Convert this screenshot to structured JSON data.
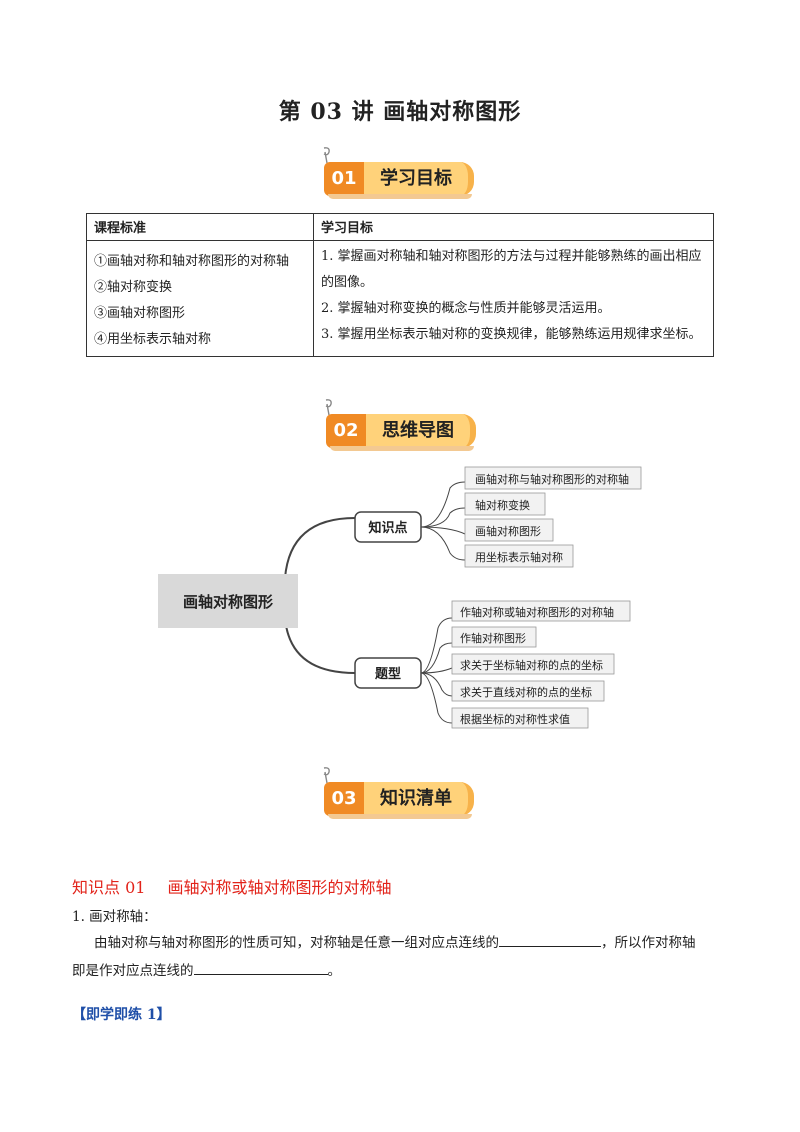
{
  "title": "第 03 讲  画轴对称图形",
  "sections": [
    {
      "num": "01",
      "label": "学习目标"
    },
    {
      "num": "02",
      "label": "思维导图"
    },
    {
      "num": "03",
      "label": "知识清单"
    }
  ],
  "standards_table": {
    "headers": [
      "课程标准",
      "学习目标"
    ],
    "left_items": [
      "①画轴对称和轴对称图形的对称轴",
      "②轴对称变换",
      "③画轴对称图形",
      "④用坐标表示轴对称"
    ],
    "right_items": [
      "1. 掌握画对称轴和轴对称图形的方法与过程并能够熟练的画出相应的图像。",
      "2. 掌握轴对称变换的概念与性质并能够灵活运用。",
      "3. 掌握用坐标表示轴对称的变换规律，能够熟练运用规律求坐标。"
    ]
  },
  "mindmap": {
    "root": "画轴对称图形",
    "branches": [
      {
        "label": "知识点",
        "leaves": [
          "画轴对称与轴对称图形的对称轴",
          "轴对称变换",
          "画轴对称图形",
          "用坐标表示轴对称"
        ]
      },
      {
        "label": "题型",
        "leaves": [
          "作轴对称或轴对称图形的对称轴",
          "作轴对称图形",
          "求关于坐标轴对称的点的坐标",
          "求关于直线对称的点的坐标",
          "根据坐标的对称性求值"
        ]
      }
    ]
  },
  "knowledge": {
    "point_label": "知识点 01",
    "point_title": "画轴对称或轴对称图形的对称轴",
    "item_heading": "1. 画对称轴：",
    "text_part1": "由轴对称与轴对称图形的性质可知，对称轴是任意一组对应点连线的",
    "text_part2": "，所以作对称轴",
    "text_part3": "即是作对应点连线的",
    "text_part4": "。"
  },
  "exercise_label": "【即学即练 1】",
  "colors": {
    "badge_orange": "#f08a24",
    "badge_yellow": "#ffd27a",
    "red_heading": "#e2231a",
    "blue_label": "#1f4fa8"
  }
}
